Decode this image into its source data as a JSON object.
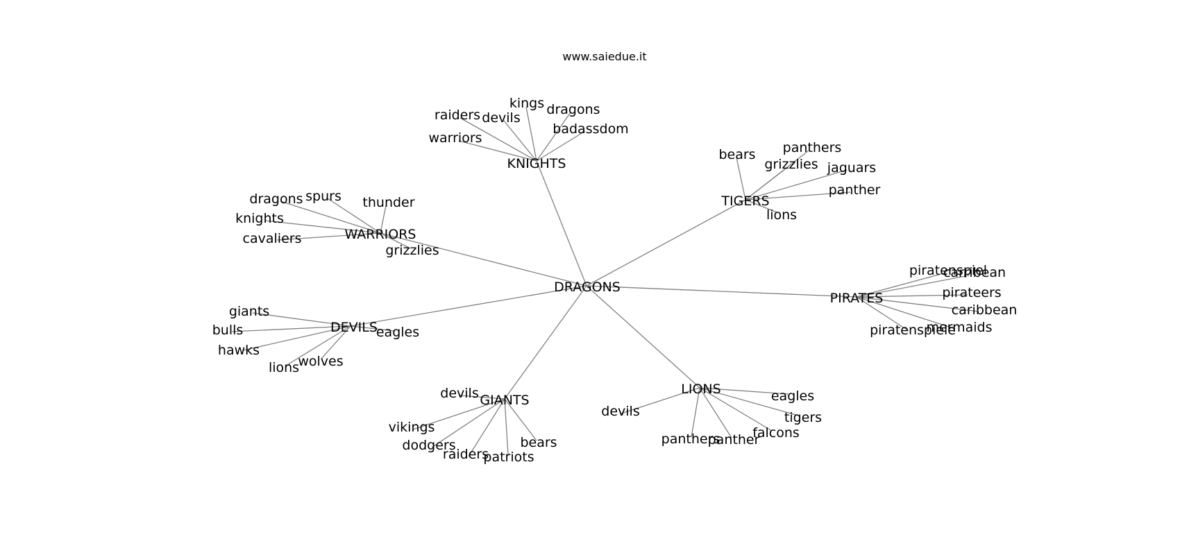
{
  "header": {
    "site": "www.saiedue.it"
  },
  "graph": {
    "root": "DRAGONS",
    "groups": [
      {
        "name": "KNIGHTS",
        "children": [
          "raiders",
          "devils",
          "kings",
          "dragons",
          "badassdom",
          "warriors"
        ]
      },
      {
        "name": "TIGERS",
        "children": [
          "bears",
          "panthers",
          "grizzlies",
          "jaguars",
          "panther",
          "lions"
        ]
      },
      {
        "name": "WARRIORS",
        "children": [
          "dragons",
          "spurs",
          "thunder",
          "knights",
          "cavaliers",
          "grizzlies"
        ]
      },
      {
        "name": "PIRATES",
        "children": [
          "piratenspiel",
          "carribean",
          "pirateers",
          "caribbean",
          "mermaids",
          "piratenspiele"
        ]
      },
      {
        "name": "DEVILS",
        "children": [
          "giants",
          "bulls",
          "hawks",
          "lions",
          "wolves",
          "eagles"
        ]
      },
      {
        "name": "GIANTS",
        "children": [
          "devils",
          "vikings",
          "dodgers",
          "raiders",
          "patriots",
          "bears"
        ]
      },
      {
        "name": "LIONS",
        "children": [
          "devils",
          "eagles",
          "tigers",
          "falcons",
          "panther",
          "panthers"
        ]
      }
    ]
  }
}
